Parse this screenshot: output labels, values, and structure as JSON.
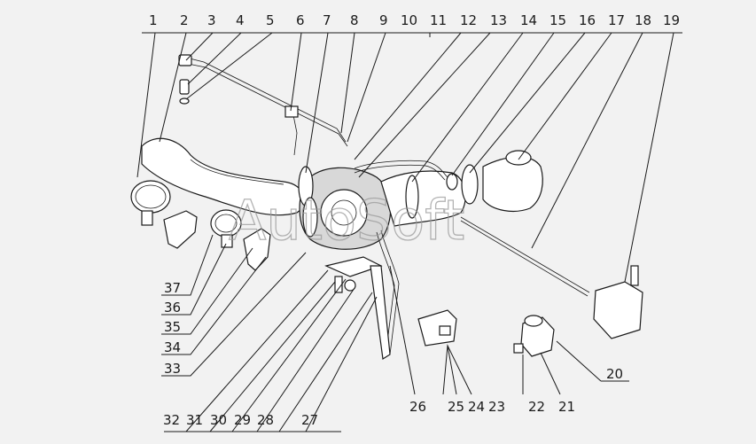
{
  "watermark": "AutoSoft",
  "callouts_top": [
    "1",
    "2",
    "3",
    "4",
    "5",
    "6",
    "7",
    "8",
    "9",
    "10",
    "11",
    "12",
    "13",
    "14",
    "15",
    "16",
    "17",
    "18",
    "19"
  ],
  "callouts_left": [
    "37",
    "36",
    "35",
    "34",
    "33"
  ],
  "callouts_bottom": [
    "32",
    "31",
    "30",
    "29",
    "28",
    "27",
    "26",
    "25",
    "24",
    "23",
    "22",
    "21"
  ],
  "callout_right": "20"
}
